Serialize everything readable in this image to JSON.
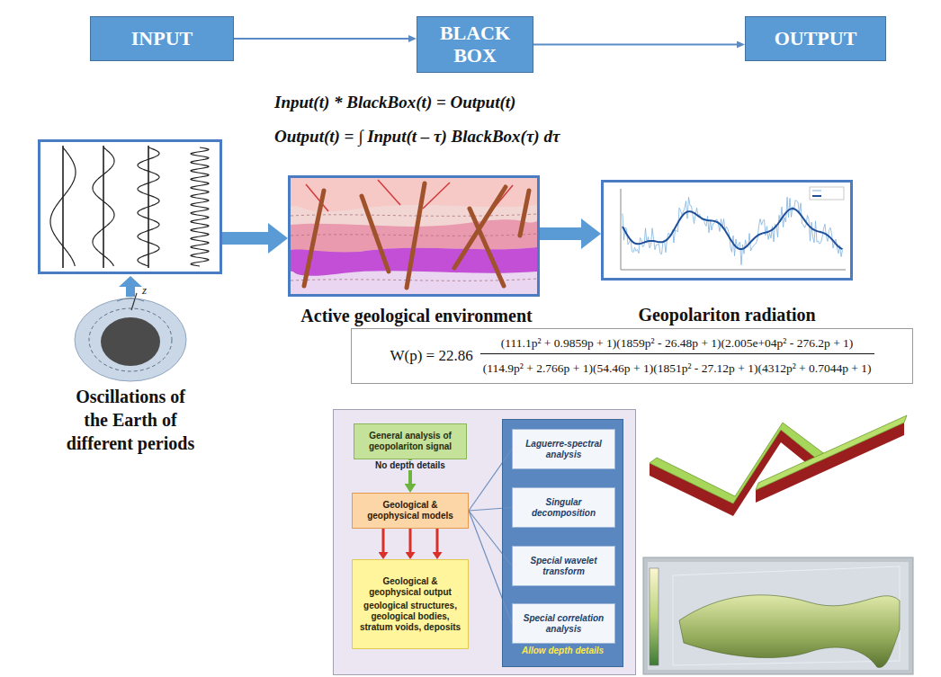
{
  "diagram": {
    "nodes": [
      {
        "text": [
          "INPUT"
        ]
      },
      {
        "text": [
          "BLACK BOX"
        ]
      },
      {
        "text": [
          "OUTPUT"
        ]
      },
      {
        "text": [
          "Oscillations of the Earth of different periods"
        ]
      },
      {
        "text": [
          "Active geological environment"
        ]
      },
      {
        "text": [
          "Geopolariton radiation"
        ]
      },
      {
        "text": [
          "W(p) = 22.86",
          "(111.1p² + 0.9859p + 1)(1859p² - 26.48p + 1)(2.005e+04p² - 276.2p + 1)",
          "(114.9p² + 2.766p + 1)(54.46p + 1)(1851p² - 27.12p + 1)(4312p² + 0.7044p + 1)"
        ]
      },
      {
        "text": [
          "No depth details"
        ]
      },
      {
        "text": [
          "General analysis of geopolariton signal"
        ],
        "in": 7
      },
      {
        "text": [
          "Geological & geophysical models"
        ],
        "in": 7
      },
      {
        "text": [
          "Geological & geophysical output",
          "geological structures, geological bodies, stratum voids, deposits"
        ],
        "in": 7
      },
      {
        "text": [
          "Allow depth details"
        ],
        "in": 7
      },
      {
        "text": [
          "Laguerre-spectral analysis"
        ],
        "in": 11
      },
      {
        "text": [
          "Singular decomposition"
        ],
        "in": 11
      },
      {
        "text": [
          "Special wavelet transform"
        ],
        "in": 11
      },
      {
        "text": [
          "Special correlation analysis"
        ],
        "in": 11
      }
    ],
    "edges": [
      {
        "from": 0,
        "to": 1,
        "arrow": "to"
      },
      {
        "from": 1,
        "to": 2,
        "arrow": "to"
      },
      {
        "from": 3,
        "to": 4,
        "arrow": "to"
      },
      {
        "from": 4,
        "to": 5,
        "arrow": "to"
      },
      {
        "from": 8,
        "to": 9,
        "arrow": "to"
      },
      {
        "from": 9,
        "to": 10,
        "arrow": "to"
      },
      {
        "from": 9,
        "to": 10,
        "arrow": "to"
      },
      {
        "from": 9,
        "to": 10,
        "arrow": "to"
      },
      {
        "from": 9,
        "to": 12,
        "arrow": "none"
      },
      {
        "from": 9,
        "to": 13,
        "arrow": "none"
      },
      {
        "from": 9,
        "to": 14,
        "arrow": "none"
      },
      {
        "from": 9,
        "to": 15,
        "arrow": "none"
      }
    ],
    "labels": [
      "Input(t) * BlackBox(t) = Output(t)",
      "Output(t) = ∫ Input(t – τ) BlackBox(τ) dτ",
      "z"
    ]
  }
}
